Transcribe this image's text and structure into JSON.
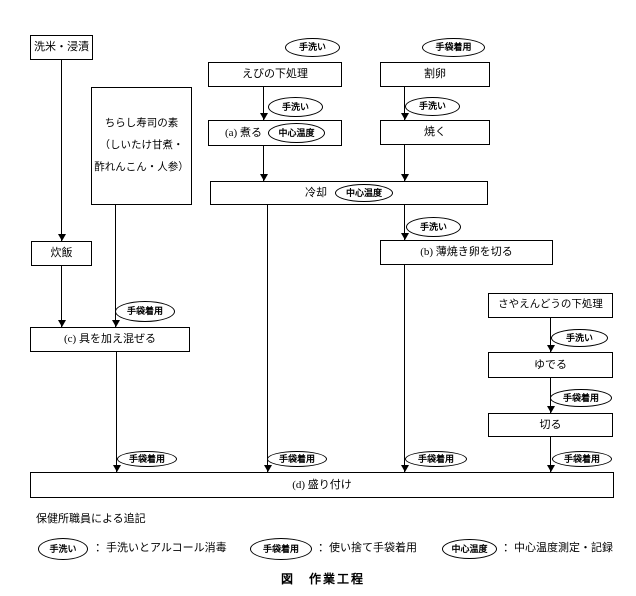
{
  "diagram": {
    "nodes": {
      "rice_washing": "洗米・浸漬",
      "chirashi_base": [
        "ちらし寿司の素",
        "（しいたけ甘煮・",
        "酢れんこん・人参）"
      ],
      "rice_cooking": "炊飯",
      "shrimp_prep": "えびの下処理",
      "boil_shrimp": "(a) 煮る",
      "crack_eggs": "割卵",
      "grill": "焼く",
      "cooling": "冷却",
      "cut_egg_sheet": "(b) 薄焼き卵を切る",
      "mix_ingredients": "(c) 具を加え混ぜる",
      "snow_pea_prep": "さやえんどうの下処理",
      "boil_peas": "ゆでる",
      "cut_peas": "切る",
      "plating": "(d) 盛り付け"
    },
    "badges": {
      "tearai": "手洗い",
      "tebukuro": "手袋着用",
      "chushin_ondo": "中心温度"
    }
  },
  "footer": {
    "note": "保健所職員による追記",
    "legend": [
      {
        "badge": "手洗い",
        "desc": "：手洗いとアルコール消毒"
      },
      {
        "badge": "手袋着用",
        "desc": "：使い捨て手袋着用"
      },
      {
        "badge": "中心温度",
        "desc": "：中心温度測定・記録"
      }
    ],
    "caption": "図　作業工程"
  }
}
